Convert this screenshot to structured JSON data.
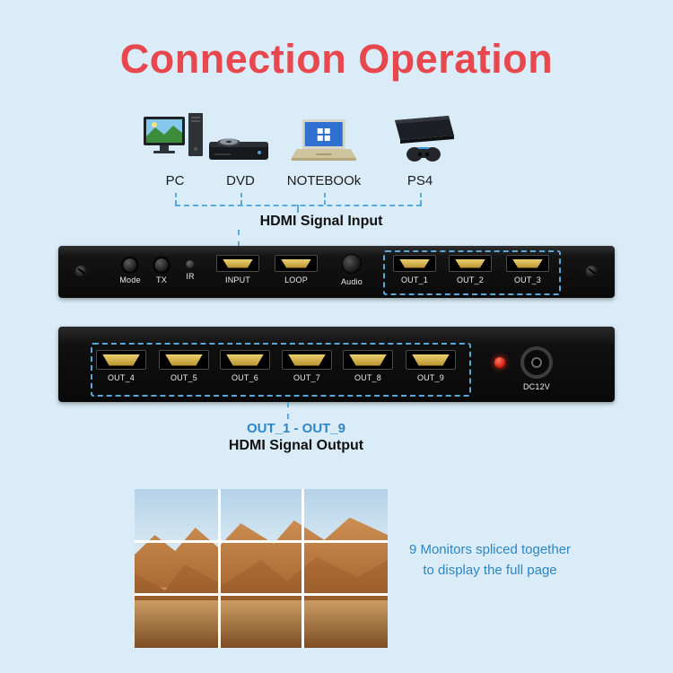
{
  "title": "Connection Operation",
  "devices": {
    "items": [
      {
        "label": "PC"
      },
      {
        "label": "DVD"
      },
      {
        "label": "NOTEBOOk"
      },
      {
        "label": "PS4"
      }
    ]
  },
  "hdmi_input_label": "HDMI Signal Input",
  "front_panel": {
    "buttons": [
      {
        "label": "Mode"
      },
      {
        "label": "TX"
      },
      {
        "label": "IR"
      }
    ],
    "ports": [
      {
        "label": "INPUT"
      },
      {
        "label": "LOOP"
      },
      {
        "label": "Audio"
      },
      {
        "label": "OUT_1"
      },
      {
        "label": "OUT_2"
      },
      {
        "label": "OUT_3"
      }
    ]
  },
  "rear_panel": {
    "ports": [
      {
        "label": "OUT_4"
      },
      {
        "label": "OUT_5"
      },
      {
        "label": "OUT_6"
      },
      {
        "label": "OUT_7"
      },
      {
        "label": "OUT_8"
      },
      {
        "label": "OUT_9"
      }
    ],
    "power_label": "DC12V"
  },
  "output": {
    "range": "OUT_1 - OUT_9",
    "label": "HDMI Signal Output"
  },
  "monitor_note": {
    "line1": "9 Monitors spliced together",
    "line2": "to display the full page"
  },
  "colors": {
    "background": "#d9ecf7",
    "title_red": "#e8474d",
    "accent_blue": "#2e86c4",
    "dashed_blue": "#58a9db",
    "panel_black": "#121212",
    "hdmi_gold": "#c8a24a",
    "led_red": "#d41708"
  }
}
